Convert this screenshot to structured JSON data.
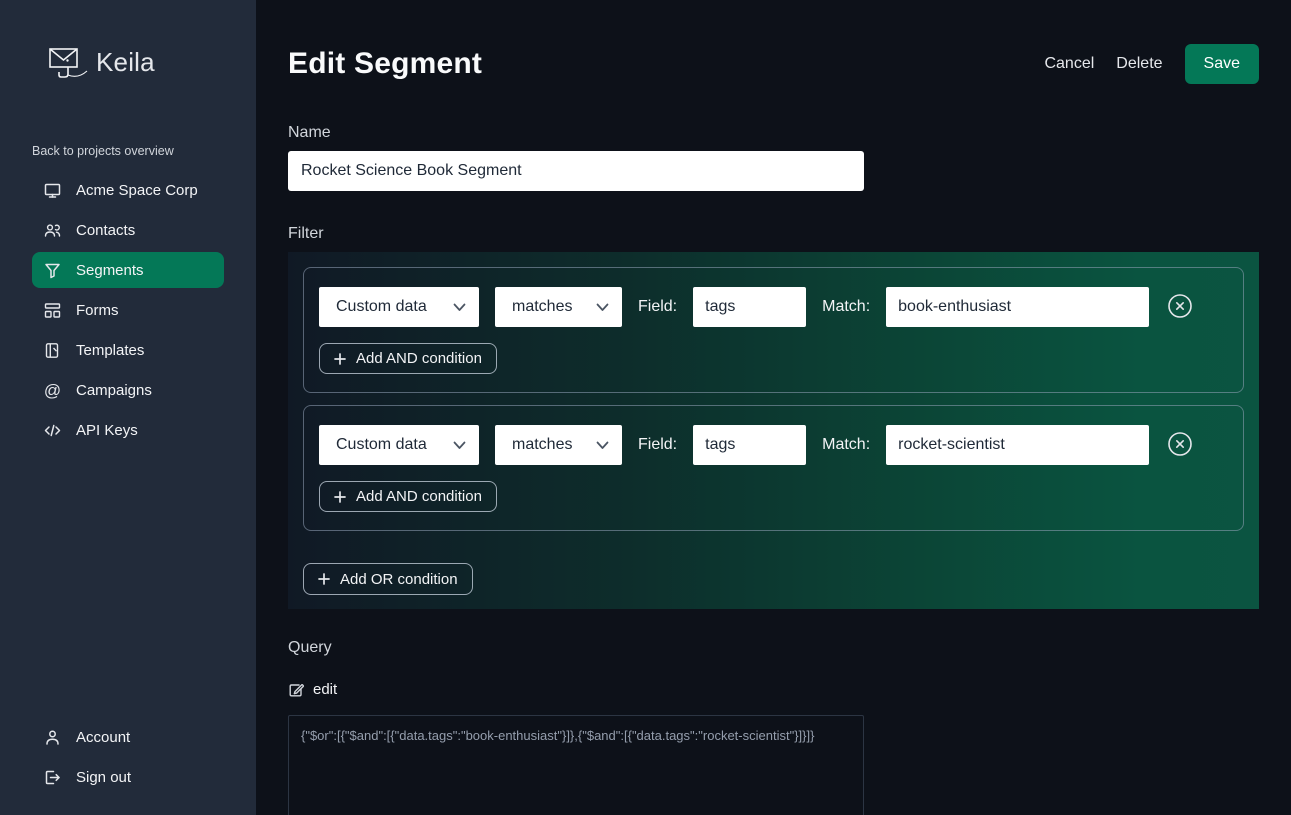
{
  "app": {
    "brand": "Keila"
  },
  "colors": {
    "accent_green": "#047857",
    "sidebar_bg": "#222b3a",
    "main_bg": "#0d1119",
    "panel_gradient_start": "#101925",
    "panel_gradient_end": "#0b5441"
  },
  "sidebar": {
    "back_link": "Back to projects overview",
    "items": [
      {
        "label": "Acme Space Corp",
        "icon": "monitor-icon",
        "active": false
      },
      {
        "label": "Contacts",
        "icon": "users-icon",
        "active": false
      },
      {
        "label": "Segments",
        "icon": "funnel-icon",
        "active": true
      },
      {
        "label": "Forms",
        "icon": "forms-icon",
        "active": false
      },
      {
        "label": "Templates",
        "icon": "templates-icon",
        "active": false
      },
      {
        "label": "Campaigns",
        "icon": "at-icon",
        "active": false
      },
      {
        "label": "API Keys",
        "icon": "code-icon",
        "active": false
      }
    ],
    "footer_items": [
      {
        "label": "Account",
        "icon": "user-icon"
      },
      {
        "label": "Sign out",
        "icon": "sign-out-icon"
      }
    ]
  },
  "header": {
    "title": "Edit Segment",
    "cancel_label": "Cancel",
    "delete_label": "Delete",
    "save_label": "Save"
  },
  "form": {
    "name_label": "Name",
    "name_value": "Rocket Science Book Segment",
    "filter_label": "Filter",
    "conditions": [
      {
        "type_value": "Custom data",
        "operator_value": "matches",
        "field_label": "Field:",
        "field_value": "tags",
        "match_label": "Match:",
        "match_value": "book-enthusiast",
        "add_and_label": "Add AND condition"
      },
      {
        "type_value": "Custom data",
        "operator_value": "matches",
        "field_label": "Field:",
        "field_value": "tags",
        "match_label": "Match:",
        "match_value": "rocket-scientist",
        "add_and_label": "Add AND condition"
      }
    ],
    "add_or_label": "Add OR condition",
    "query_label": "Query",
    "edit_label": "edit",
    "query_value": "{\"$or\":[{\"$and\":[{\"data.tags\":\"book-enthusiast\"}]},{\"$and\":[{\"data.tags\":\"rocket-scientist\"}]}]}"
  }
}
